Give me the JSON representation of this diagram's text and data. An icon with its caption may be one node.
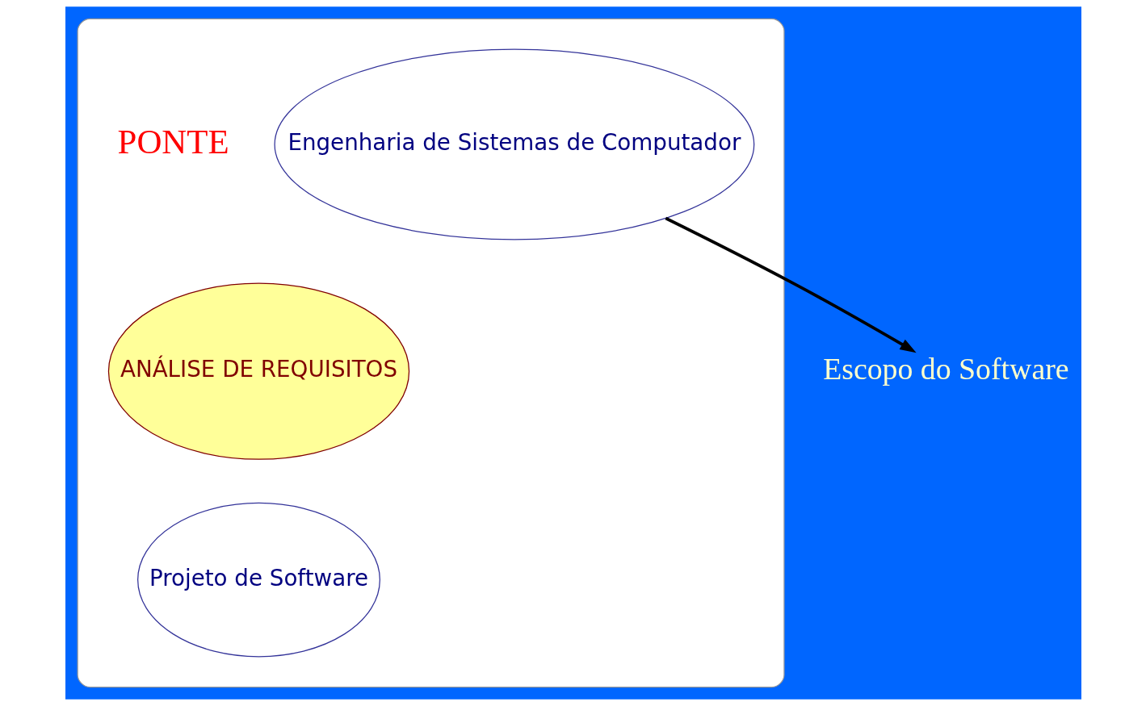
{
  "diagram": {
    "nodes": [
      {
        "text": [],
        "shape": "box"
      },
      {
        "text": [
          "Engenharia de Sistemas de Computador"
        ],
        "in": 0
      },
      {
        "text": [
          "ANÁLISE DE REQUISITOS"
        ],
        "in": 0
      },
      {
        "text": [
          "Projeto de Software"
        ],
        "in": 0
      },
      {
        "text": [
          "Escopo do Software"
        ]
      }
    ],
    "edges": [
      {
        "from": 1,
        "to": 4,
        "arrow": "to"
      }
    ],
    "labels": [
      "PONTE"
    ]
  }
}
